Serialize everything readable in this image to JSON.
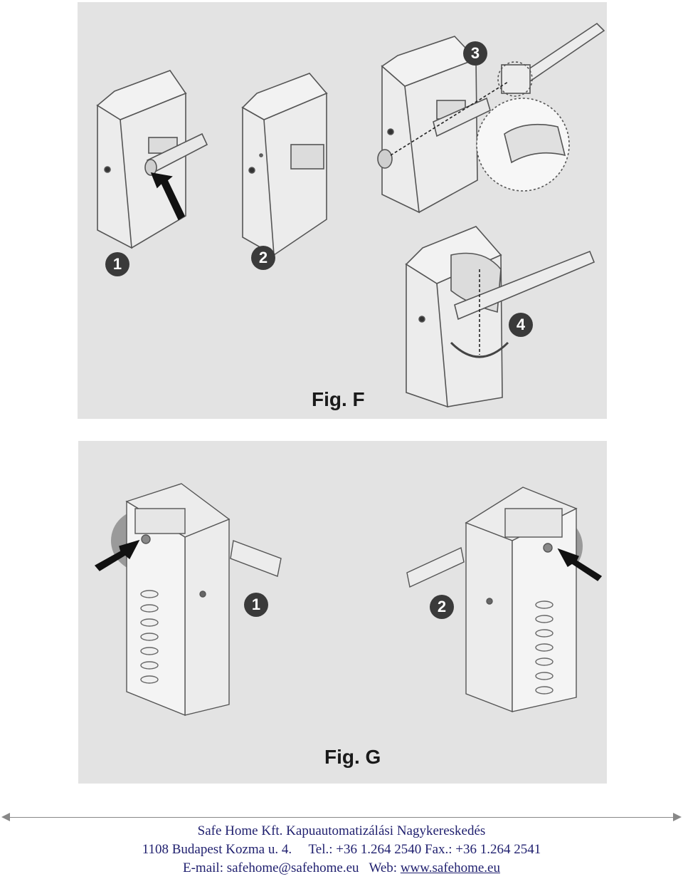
{
  "figures": {
    "fig_f": {
      "label": "Fig. F",
      "steps": [
        "1",
        "2",
        "3",
        "4"
      ]
    },
    "fig_g": {
      "label": "Fig. G",
      "steps": [
        "1",
        "2"
      ]
    }
  },
  "footer": {
    "company": "Safe Home Kft. Kapuautomatizálási Nagykereskedés",
    "address_prefix": "1108 Budapest Kozma u. 4.",
    "tel": "Tel.: +36 1.264 2540",
    "fax": "Fax.: +36 1.264 2541",
    "email": "E-mail: safehome@safehome.eu",
    "web_label": "Web:",
    "web_link": "www.safehome.eu"
  }
}
